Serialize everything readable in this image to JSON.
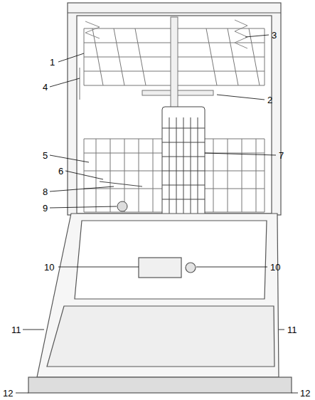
{
  "diagram": {
    "labels": [
      "1",
      "2",
      "3",
      "4",
      "5",
      "6",
      "7",
      "8",
      "9",
      "10",
      "10",
      "11",
      "11",
      "12",
      "12"
    ]
  }
}
